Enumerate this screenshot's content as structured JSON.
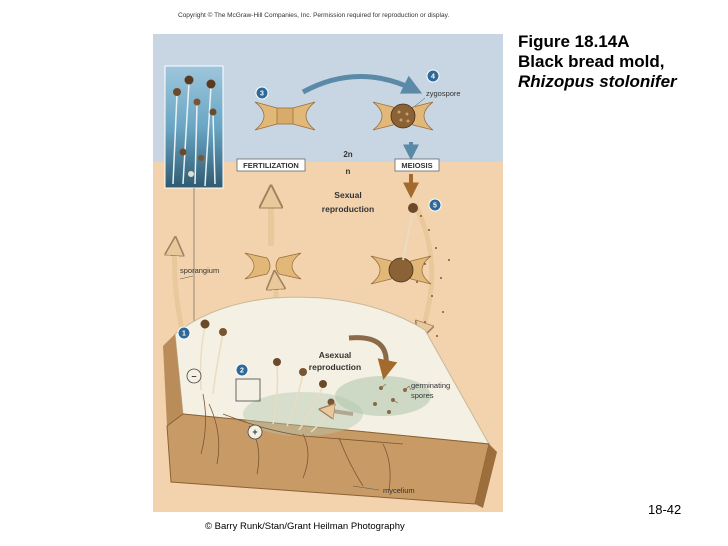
{
  "copyright": "Copyright © The McGraw-Hill Companies, Inc. Permission required for reproduction or display.",
  "figure": {
    "number": "Figure 18.14A",
    "title": "Black bread mold,",
    "species": "Rhizopus stolonifer"
  },
  "page_number": "18-42",
  "photo_credit": "© Barry Runk/Stan/Grant Heilman Photography",
  "diagram": {
    "steps": [
      "1",
      "2",
      "3",
      "4",
      "5"
    ],
    "boxes": {
      "fertilization": "FERTILIZATION",
      "meiosis": "MEIOSIS"
    },
    "ploidy": {
      "diploid": "2n",
      "haploid": "n"
    },
    "labels": {
      "zygospore": "zygospore",
      "sexual_line1": "Sexual",
      "sexual_line2": "reproduction",
      "sporangium": "sporangium",
      "asexual_line1": "Asexual",
      "asexual_line2": "reproduction",
      "germinating_line1": "germinating",
      "germinating_line2": "spores",
      "mycelium": "mycelium"
    },
    "mating_types": {
      "minus": "–",
      "plus": "+"
    },
    "colors": {
      "diploid_zone": "#c7d6e2",
      "haploid_zone": "#f2d3ae",
      "arrow_blue": "#5b8aa8",
      "arrow_brown": "#a26a2d",
      "bread_crust": "#b98c5a",
      "number_circle": "#2e6a99"
    }
  }
}
